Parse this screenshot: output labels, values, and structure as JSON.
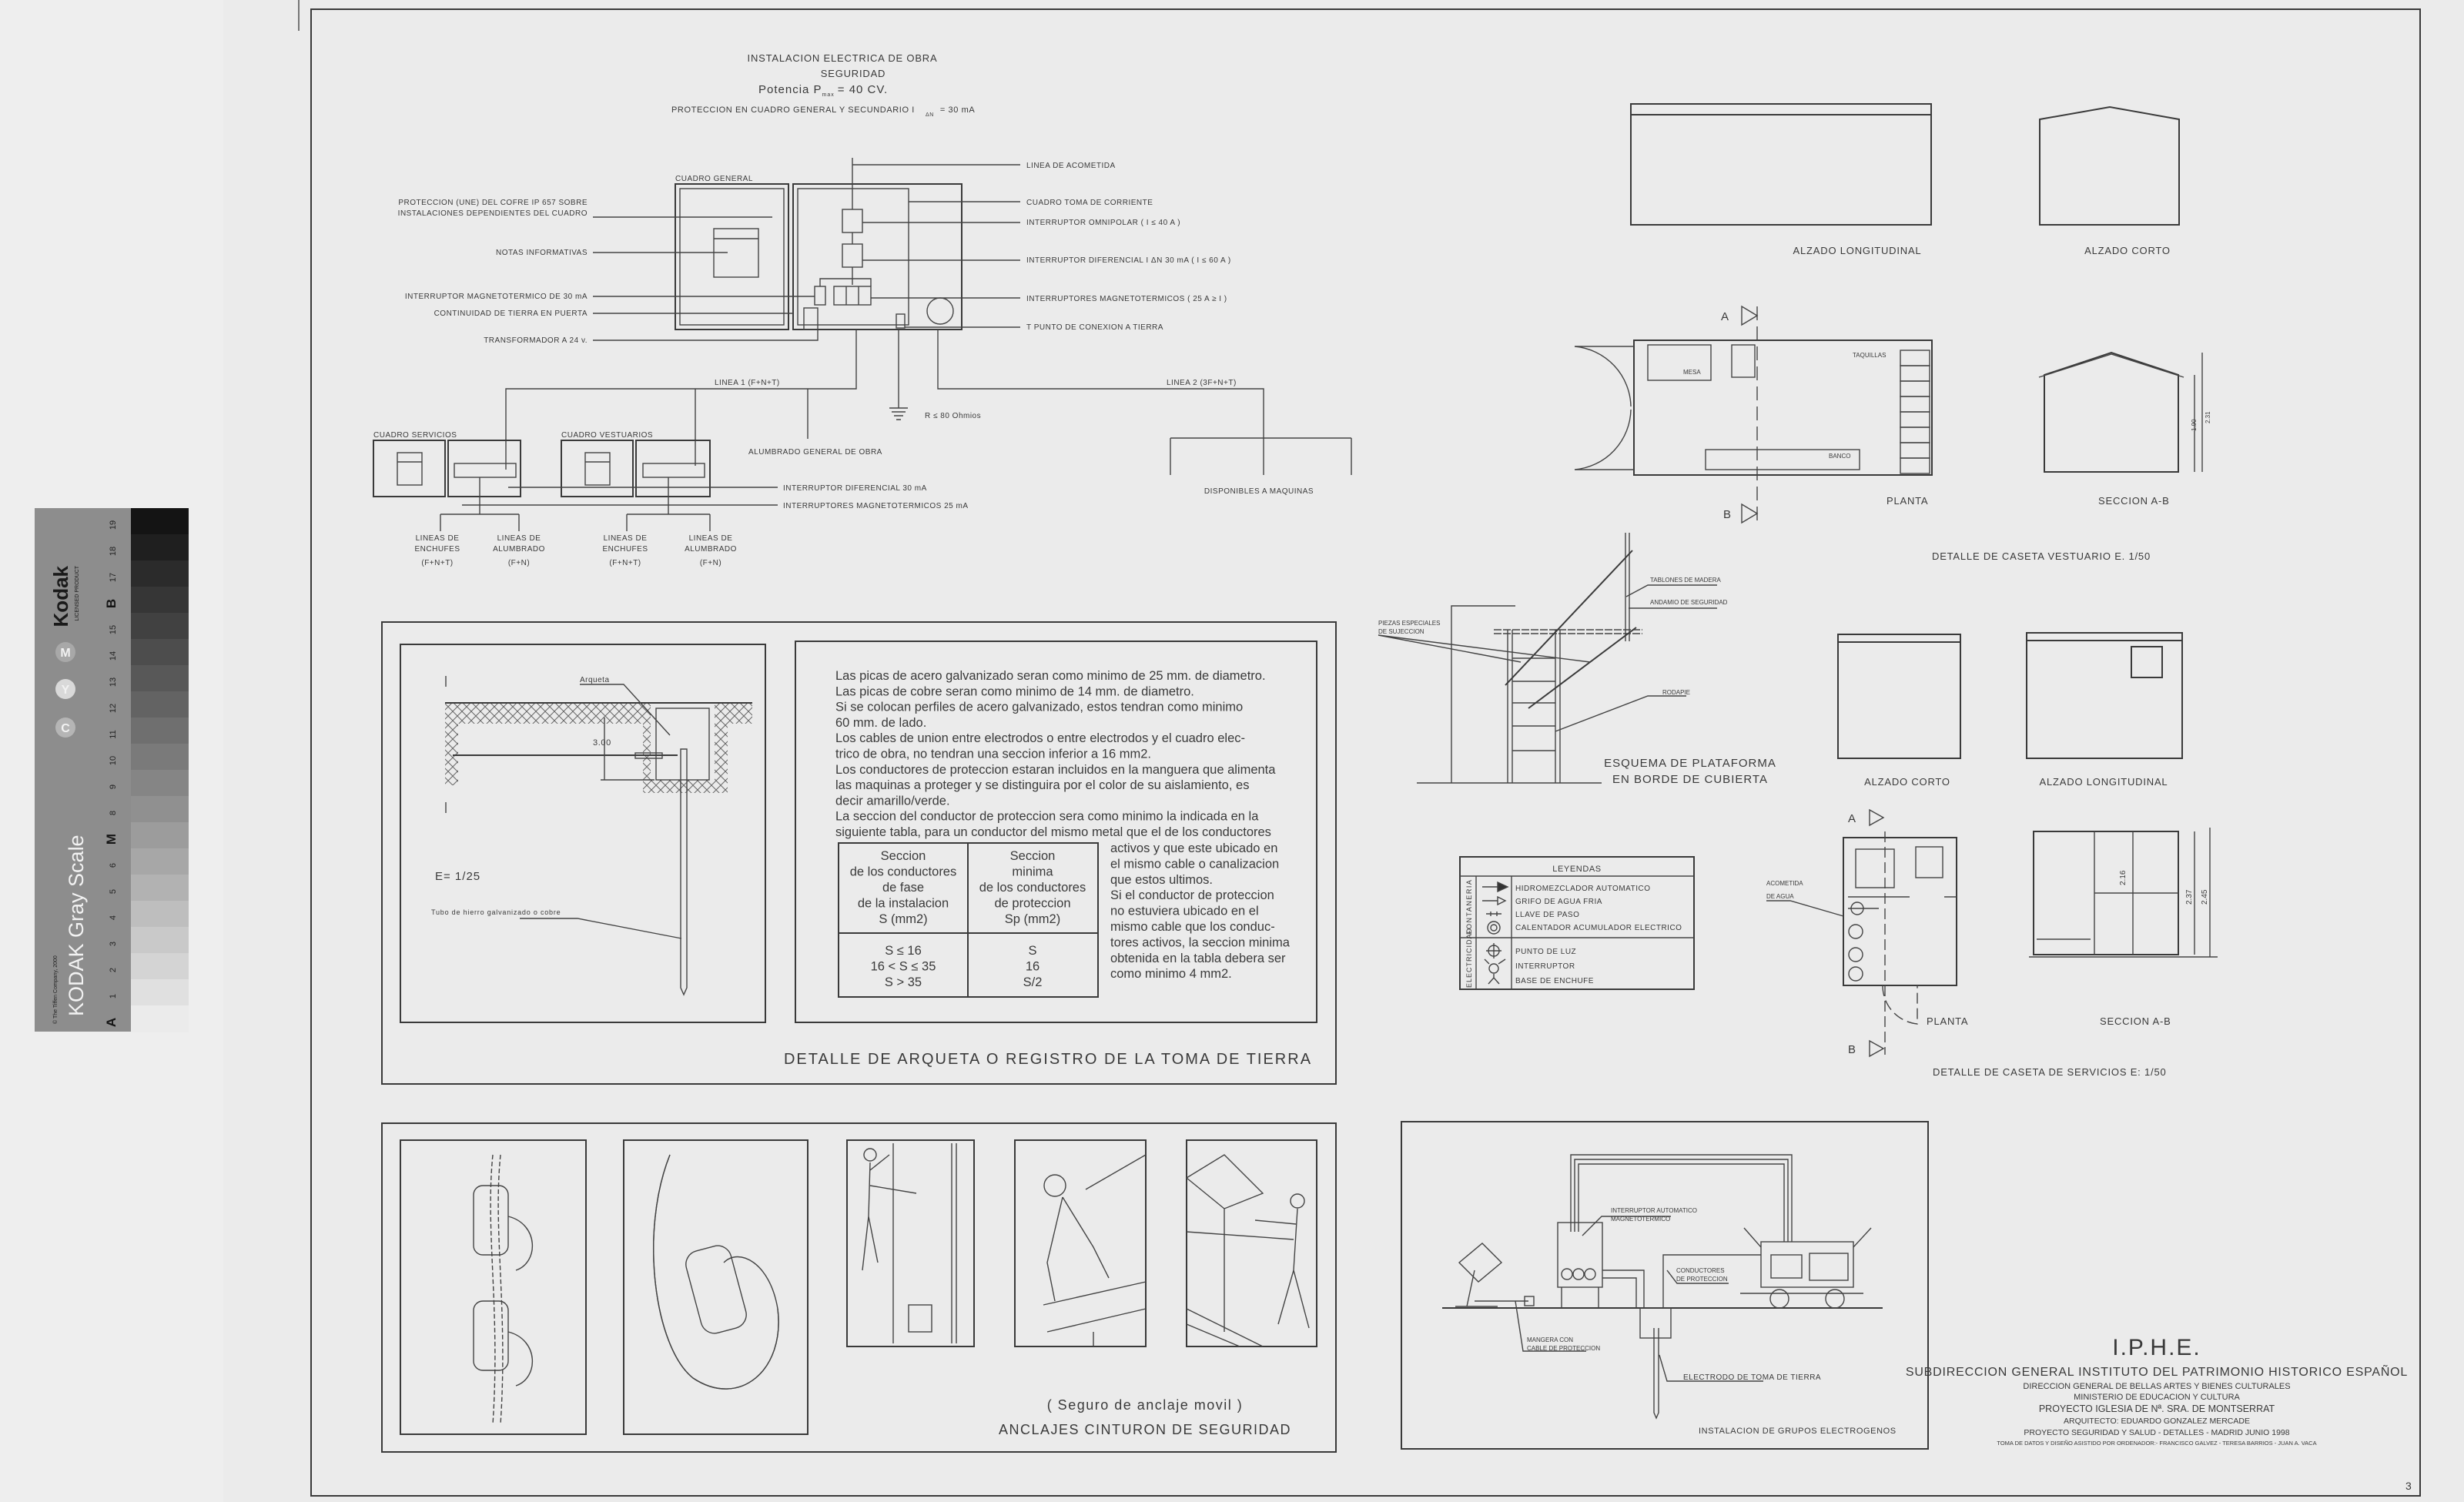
{
  "header": {
    "line1": "INSTALACION ELECTRICA DE OBRA",
    "line2": "SEGURIDAD",
    "power_label": "Potencia P",
    "power_sub": "max",
    "power_value": "=   40 CV.",
    "protection_label": "PROTECCION EN CUADRO GENERAL Y SECUNDARIO I",
    "protection_sub": "ΔN",
    "protection_value": "=  30 mA"
  },
  "electrical": {
    "cuadro_general": "CUADRO GENERAL",
    "left_labels": [
      "PROTECCION (UNE) DEL COFRE IP 657 SOBRE",
      "INSTALACIONES DEPENDIENTES DEL CUADRO",
      "NOTAS INFORMATIVAS",
      "INTERRUPTOR MAGNETOTERMICO DE 30 mA",
      "CONTINUIDAD DE TIERRA EN PUERTA",
      "TRANSFORMADOR A 24 v."
    ],
    "right_labels": [
      "LINEA DE ACOMETIDA",
      "CUADRO TOMA DE CORRIENTE",
      "INTERRUPTOR OMNIPOLAR ( I ≤ 40 A )",
      "INTERRUPTOR DIFERENCIAL I ΔN 30 mA  ( I ≤ 60 A )",
      "INTERRUPTORES MAGNETOTERMICOS ( 25 A ≥ I )",
      "T  PUNTO DE CONEXION A TIERRA"
    ],
    "linea1": "LINEA 1 (F+N+T)",
    "linea2": "LINEA 2 (3F+N+T)",
    "earth_resistance": "R  ≤ 80 Ohmios",
    "alumbrado": "ALUMBRADO GENERAL DE OBRA",
    "cuadro_servicios": "CUADRO SERVICIOS",
    "cuadro_vestuarios": "CUADRO VESTUARIOS",
    "diferencial": "INTERRUPTOR DIFERENCIAL 30 mA",
    "magnetotermicos": "INTERRUPTORES MAGNETOTERMICOS 25 mA",
    "disponibles": "DISPONIBLES A MAQUINAS",
    "branches": [
      {
        "l1": "LINEAS DE",
        "l2": "ENCHUFES",
        "l3": "(F+N+T)"
      },
      {
        "l1": "LINEAS DE",
        "l2": "ALUMBRADO",
        "l3": "(F+N)"
      },
      {
        "l1": "LINEAS DE",
        "l2": "ENCHUFES",
        "l3": "(F+N+T)"
      },
      {
        "l1": "LINEAS DE",
        "l2": "ALUMBRADO",
        "l3": "(F+N)"
      }
    ]
  },
  "arqueta": {
    "label_arqueta": "Arqueta",
    "dimension": "3.00",
    "scale": "E= 1/25",
    "tube_label": "Tubo de hierro galvanizado o cobre",
    "title": "DETALLE DE ARQUETA O REGISTRO DE LA TOMA DE TIERRA",
    "notes": [
      "Las picas de acero galvanizado seran como minimo de 25 mm. de diametro.",
      "Las picas de cobre seran como minimo de 14 mm. de diametro.",
      "Si se colocan perfiles de acero galvanizado, estos tendran como minimo",
      "60 mm. de lado.",
      "Los cables de union entre electrodos o entre electrodos y el cuadro elec-",
      "trico de obra, no tendran una seccion inferior a 16 mm2.",
      "Los conductores de proteccion estaran incluidos en la manguera que alimenta",
      "las maquinas a proteger y se distinguira por el color de su aislamiento, es",
      "decir amarillo/verde.",
      "La seccion del conductor de proteccion sera como minimo la indicada en la",
      "siguiente tabla, para un conductor del mismo metal que el de los conductores"
    ],
    "notes_side": [
      "activos y que este ubicado en",
      "el mismo cable o canalizacion",
      "que estos ultimos.",
      "Si el conductor de proteccion",
      "no estuviera ubicado en el",
      "mismo cable que los conduc-",
      "tores activos, la seccion minima",
      "obtenida en la tabla debera ser",
      "como minimo 4 mm2."
    ],
    "table": {
      "col1_header": [
        "Seccion",
        "de los conductores",
        "de fase",
        "de la instalacion",
        "S (mm2)"
      ],
      "col2_header": [
        "Seccion",
        "minima",
        "de los conductores",
        "de proteccion",
        "Sp (mm2)"
      ],
      "col1_values": [
        "S ≤ 16",
        "16 < S ≤ 35",
        "S > 35"
      ],
      "col2_values": [
        "S",
        "16",
        "S/2"
      ]
    }
  },
  "anclajes": {
    "subtitle": "( Seguro de anclaje movil )",
    "title": "ANCLAJES CINTURON DE SEGURIDAD"
  },
  "plataforma": {
    "tablones": "TABLONES DE MADERA",
    "andamio": "ANDAMIO DE SEGURIDAD",
    "piezas1": "PIEZAS ESPECIALES",
    "piezas2": "DE SUJECCION",
    "rodapie": "RODAPIE",
    "title1": "ESQUEMA DE PLATAFORMA",
    "title2": "EN BORDE DE CUBIERTA"
  },
  "leyendas": {
    "title": "LEYENDAS",
    "group1": "FONTANERIA",
    "group2": "ELECTRICIDAD",
    "items1": [
      "HIDROMEZCLADOR AUTOMATICO",
      "GRIFO DE AGUA FRIA",
      "LLAVE DE PASO",
      "CALENTADOR ACUMULADOR ELECTRICO"
    ],
    "items2": [
      "PUNTO DE LUZ",
      "INTERRUPTOR",
      "BASE DE ENCHUFE"
    ]
  },
  "grupos": {
    "interruptor1": "INTERRUPTOR AUTOMATICO",
    "interruptor2": "MAGNETOTERMICO",
    "conductores1": "CONDUCTORES",
    "conductores2": "DE PROTECCION",
    "mangera1": "MANGERA CON",
    "mangera2": "CABLE DE PROTECCION",
    "electrodo": "ELECTRODO DE TOMA DE TIERRA",
    "title": "INSTALACION DE GRUPOS ELECTROGENOS"
  },
  "vestuario": {
    "alzado_longitudinal": "ALZADO LONGITUDINAL",
    "alzado_corto": "ALZADO CORTO",
    "mesa": "MESA",
    "taquillas": "TAQUILLAS",
    "banco": "BANCO",
    "a": "A",
    "b": "B",
    "planta": "PLANTA",
    "seccion": "SECCION A-B",
    "dim1": "1.90",
    "dim2": "2.31",
    "title": "DETALLE DE CASETA VESTUARIO   E. 1/50"
  },
  "servicios": {
    "alzado_corto": "ALZADO CORTO",
    "alzado_longitudinal": "ALZADO LONGITUDINAL",
    "acometida1": "ACOMETIDA",
    "acometida2": "DE AGUA",
    "a": "A",
    "b": "B",
    "planta": "PLANTA",
    "seccion": "SECCION A-B",
    "dim1": "2.16",
    "dim2": "2.37",
    "dim3": "2.45",
    "title": "DETALLE DE CASETA DE SERVICIOS E: 1/50"
  },
  "title_block": {
    "org": "I.P.H.E.",
    "lines": [
      "SUBDIRECCION GENERAL INSTITUTO DEL PATRIMONIO HISTORICO ESPAÑOL",
      "DIRECCION GENERAL DE BELLAS ARTES Y BIENES CULTURALES",
      "MINISTERIO DE EDUCACION Y CULTURA",
      "PROYECTO IGLESIA DE Nª. SRA. DE MONTSERRAT",
      "ARQUITECTO: EDUARDO GONZALEZ MERCADE",
      "PROYECTO SEGURIDAD Y SALUD  -  DETALLES  -  MADRID JUNIO 1998",
      "TOMA DE DATOS Y DISEÑO ASISTIDO POR ORDENADOR:- FRANCISCO GALVEZ - TERESA BARRIOS - JUAN A. VACA"
    ],
    "sheet_number": "3"
  },
  "kodak": {
    "brand": "Kodak",
    "licensed": "LICENSED PRODUCT",
    "title": "KODAK Gray Scale",
    "copyright": "© The Tiffen Company, 2000",
    "cym": [
      "C",
      "Y",
      "M"
    ],
    "steps": [
      "A",
      "1",
      "2",
      "3",
      "4",
      "5",
      "6",
      "M",
      "8",
      "9",
      "10",
      "11",
      "12",
      "13",
      "14",
      "15",
      "B",
      "17",
      "18",
      "19"
    ]
  }
}
